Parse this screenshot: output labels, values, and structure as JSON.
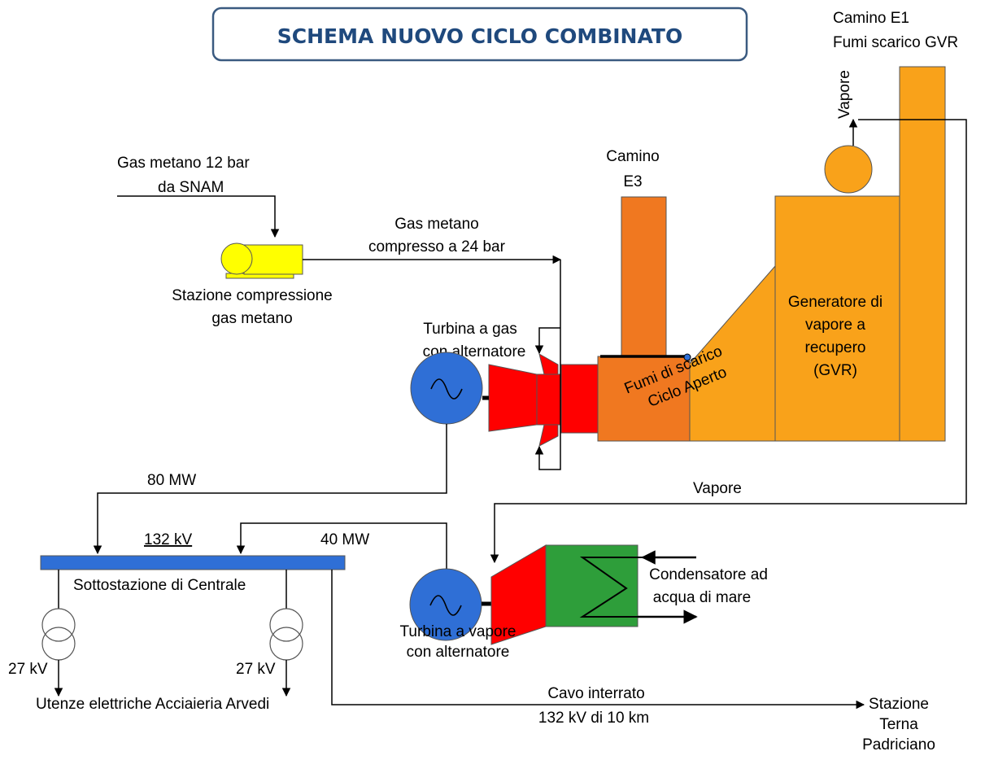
{
  "title": "SCHEMA NUOVO CICLO COMBINATO",
  "colors": {
    "title_border": "#3a5a80",
    "title_text": "#1f497d",
    "compressor": "#ffff00",
    "generator": "#2f6fd6",
    "gas_turbine": "#ff0000",
    "open_cycle_box": "#f07820",
    "hrsg": "#f9a21a",
    "steam_turbine": "#ff0000",
    "condenser": "#2e9e3a",
    "busbar": "#2f6fd6"
  },
  "labels": {
    "camino_e1_line1": "Camino E1",
    "camino_e1_line2": "Fumi scarico GVR",
    "vapore_vertical": "Vapore",
    "gas_input_line1": "Gas metano 12 bar",
    "gas_input_line2": "da SNAM",
    "camino_e3_line1": "Camino",
    "camino_e3_line2": "E3",
    "gas_compressed_line1": "Gas metano",
    "gas_compressed_line2": "compresso a 24 bar",
    "compressor_line1": "Stazione compressione",
    "compressor_line2": "gas metano",
    "gas_turbine_line1": "Turbina a gas",
    "gas_turbine_line2": "con alternatore",
    "open_cycle_line1": "Fumi di scarico",
    "open_cycle_line2": "Ciclo Aperto",
    "hrsg_line1": "Generatore di",
    "hrsg_line2": "vapore a",
    "hrsg_line3": "recupero",
    "hrsg_line4": "(GVR)",
    "gt_power": "80 MW",
    "vapore_horizontal": "Vapore",
    "bus_voltage": "132 kV",
    "st_power": "40 MW",
    "substation": "Sottostazione di Centrale",
    "condenser_line1": "Condensatore ad",
    "condenser_line2": "acqua di mare",
    "steam_turbine_line1": "Turbina a vapore",
    "steam_turbine_line2": "con alternatore",
    "tx1_voltage": "27 kV",
    "tx2_voltage": "27 kV",
    "users": "Utenze elettriche Acciaieria Arvedi",
    "cable_line1": "Cavo interrato",
    "cable_line2": "132 kV di 10 km",
    "terna_line1": "Stazione",
    "terna_line2": "Terna",
    "terna_line3": "Padriciano"
  }
}
